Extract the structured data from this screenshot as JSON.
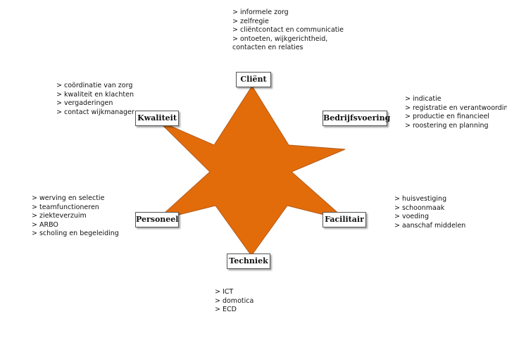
{
  "colors": {
    "star_fill": "#E36C0A",
    "star_stroke": "#B35A1A",
    "box_border": "#555555"
  },
  "bullet_marker": ">",
  "nodes": {
    "client": {
      "label": "Cliënt",
      "items": [
        "informele zorg",
        "zelfregie",
        "cliëntcontact en communicatie",
        "ontoeten, wijkgerichtheid, contacten en relaties"
      ]
    },
    "bedrijfsvoering": {
      "label": "Bedrijfsvoering",
      "items": [
        "indicatie",
        "registratie en verantwoording",
        "productie en financieel",
        "roostering en planning"
      ]
    },
    "facilitair": {
      "label": "Facilitair",
      "items": [
        "huisvestiging",
        "schoonmaak",
        "voeding",
        "aanschaf middelen"
      ]
    },
    "techniek": {
      "label": "Techniek",
      "items": [
        "ICT",
        "domotica",
        "ECD"
      ]
    },
    "personeel": {
      "label": "Personeel",
      "items": [
        "werving en selectie",
        "teamfunctioneren",
        "ziekteverzuim",
        "ARBO",
        "scholing en begeleiding"
      ]
    },
    "kwaliteit": {
      "label": "Kwaliteit",
      "items": [
        "coördinatie van zorg",
        "kwaliteit en klachten",
        "vergaderingen",
        "contact wijkmanager"
      ]
    }
  }
}
